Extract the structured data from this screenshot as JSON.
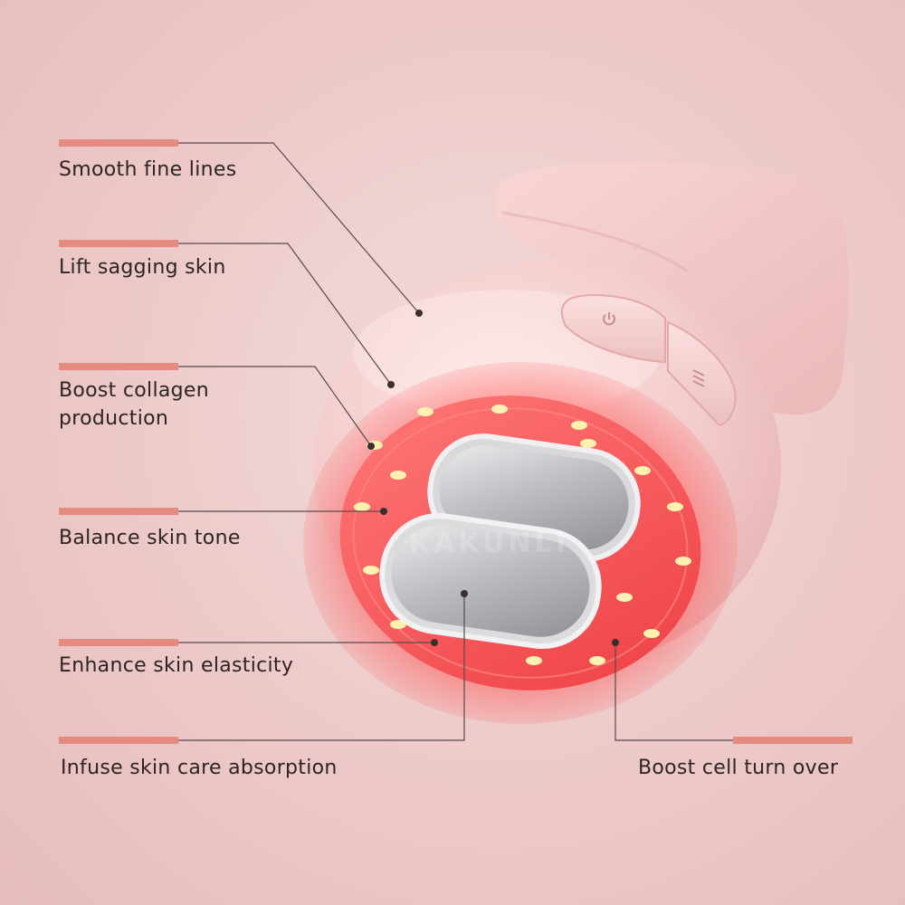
{
  "features": [
    {
      "id": "smooth-fine-lines",
      "label": "Smooth fine lines"
    },
    {
      "id": "lift-sagging-skin",
      "label": "Lift sagging skin"
    },
    {
      "id": "boost-collagen-production",
      "label": "Boost collagen\nproduction"
    },
    {
      "id": "balance-skin-tone",
      "label": "Balance skin tone"
    },
    {
      "id": "enhance-skin-elasticity",
      "label": "Enhance skin elasticity"
    },
    {
      "id": "infuse-skin-care-absorption",
      "label": "Infuse skin care absorption"
    },
    {
      "id": "boost-cell-turn-over",
      "label": "Boost cell turn over"
    }
  ],
  "device": {
    "buttons": [
      "power-icon",
      "menu-icon"
    ],
    "watermark": "KAKUNLI"
  },
  "colors": {
    "background": "#ecc9c8",
    "accent_bar": "#e58a7e",
    "device_body": "#f3cccc",
    "red_light_ring": "#f04848",
    "led": "#fff2b0",
    "electrode": "#c7c7cb",
    "label_text": "#2e2424"
  }
}
